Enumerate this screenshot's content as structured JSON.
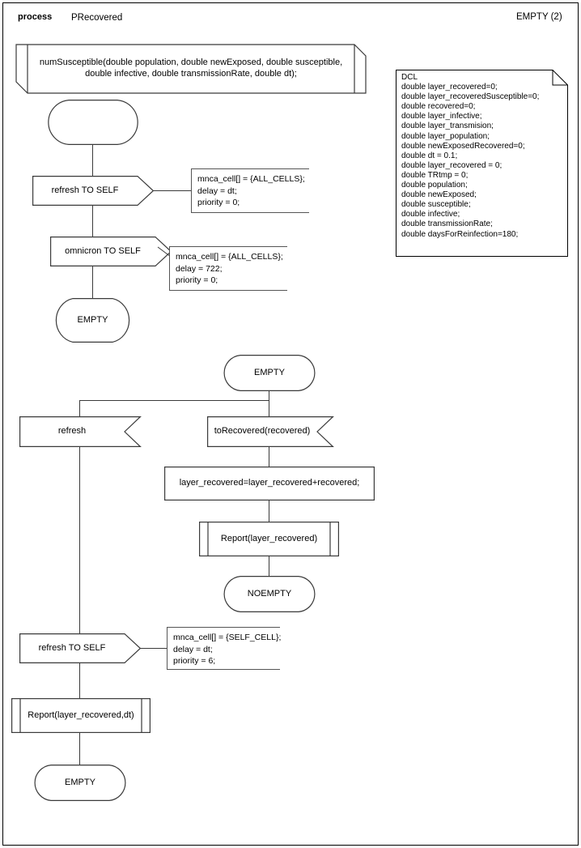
{
  "header": {
    "kind_label": "process",
    "name": "PRecovered",
    "page_label": "EMPTY (2)"
  },
  "declaration": {
    "text_line1": "numSusceptible(double population, double newExposed, double susceptible,",
    "text_line2": "double infective, double transmissionRate, double dt);"
  },
  "dcl": {
    "title": "DCL",
    "lines": [
      "double layer_recovered=0;",
      "double layer_recoveredSusceptible=0;",
      "double recovered=0;",
      "double layer_infective;",
      "double layer_transmision;",
      "double layer_population;",
      "double newExposedRecovered=0;",
      "double dt = 0.1;",
      "double layer_recovered = 0;",
      "double TRtmp = 0;",
      "double population;",
      "double newExposed;",
      "double susceptible;",
      "double infective;",
      "double transmissionRate;",
      "double daysForReinfection=180;"
    ],
    "text": "DCL\ndouble layer_recovered=0;\ndouble layer_recoveredSusceptible=0;\ndouble recovered=0;\ndouble layer_infective;\ndouble layer_transmision;\ndouble layer_population;\ndouble newExposedRecovered=0;\ndouble dt = 0.1;\ndouble layer_recovered = 0;\ndouble TRtmp = 0;\ndouble population;\ndouble newExposed;\ndouble susceptible;\ndouble infective;\ndouble transmissionRate;\ndouble daysForReinfection=180;"
  },
  "nodes": {
    "start_state": {
      "label": ""
    },
    "output_refresh_self_1": {
      "label": "refresh TO SELF"
    },
    "output_omnicron_self": {
      "label": "omnicron TO SELF"
    },
    "state_empty_1": {
      "label": "EMPTY"
    },
    "state_empty_2": {
      "label": "EMPTY"
    },
    "input_refresh": {
      "label": "refresh"
    },
    "input_torecovered": {
      "label": "toRecovered(recovered)"
    },
    "task_layer_recovered": {
      "label": "layer_recovered=layer_recovered+recovered;"
    },
    "call_report_1": {
      "label": "Report(layer_recovered)"
    },
    "state_noempty": {
      "label": "NOEMPTY"
    },
    "output_refresh_self_2": {
      "label": "refresh TO SELF"
    },
    "call_report_2": {
      "label": "Report(layer_recovered,dt)"
    },
    "state_empty_3": {
      "label": "EMPTY"
    }
  },
  "comments": {
    "refresh_all_cells_1": "mnca_cell[] = {ALL_CELLS};\ndelay = dt;\npriority = 0;",
    "omnicron_all_cells": "mnca_cell[] = {ALL_CELLS};\ndelay = 722;\npriority = 0;",
    "refresh_self_cell": "mnca_cell[] = {SELF_CELL};\ndelay = dt;\npriority = 6;"
  },
  "colors": {
    "stroke": "#3a3a3a",
    "stroke_dark": "#000000",
    "note_stroke": "#555555",
    "background": "#ffffff"
  }
}
